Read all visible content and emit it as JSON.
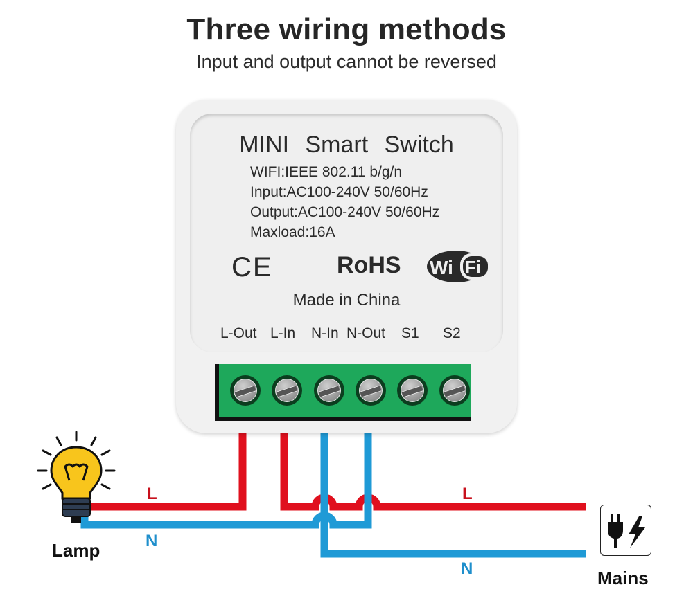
{
  "header": {
    "title": "Three wiring methods",
    "subtitle": "Input and output cannot be reversed"
  },
  "device": {
    "title": "MINI Smart Switch",
    "specs": [
      "WIFI:IEEE 802.11 b/g/n",
      "Input:AC100-240V 50/60Hz",
      "Output:AC100-240V 50/60Hz",
      "Maxload:16A"
    ],
    "ce_mark": "CE",
    "rohs_mark": "RoHS",
    "wifi_logo": {
      "left": "Wi",
      "right": "Fi"
    },
    "origin": "Made in China",
    "terminals": [
      "L-Out",
      "L-In",
      "N-In",
      "N-Out",
      "S1",
      "S2"
    ],
    "terminal_block_color": "#1ea85b"
  },
  "wiring": {
    "live_label": "L",
    "neutral_label": "N",
    "live_color": "#e0101e",
    "neutral_color": "#1f9ad6",
    "lamp_label": "Lamp",
    "mains_label": "Mains",
    "icons": {
      "lamp": "lightbulb-icon",
      "mains": "plug-lightning-icon"
    }
  }
}
